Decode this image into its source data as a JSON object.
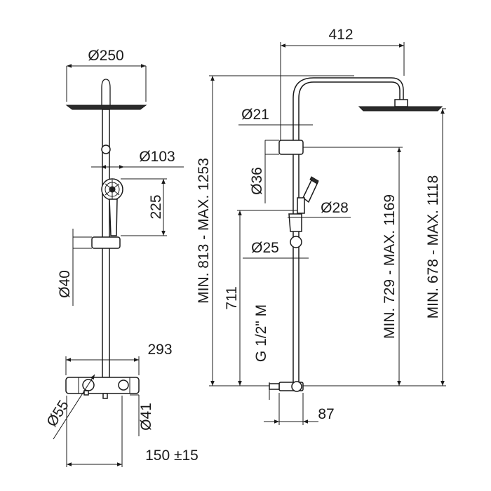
{
  "dimensions": {
    "head_diameter": "Ø250",
    "hand_shower_diameter": "Ø103",
    "hand_shower_height": "225",
    "bar_diameter": "Ø40",
    "mixer_width": "293",
    "mixer_end_diameter": "Ø55",
    "knob_diameter": "Ø41",
    "inlet_spacing": "150 ±15",
    "arm_reach": "412",
    "pipe_diameter": "Ø21",
    "slider_diameter": "Ø36",
    "hand_holder_diameter": "Ø28",
    "lower_pipe_diameter": "Ø25",
    "slider_height": "711",
    "connection_thread": "G 1/2\" M",
    "overall_height": "MIN. 813 - MAX. 1253",
    "holder_height": "MIN. 729 - MAX. 1169",
    "head_height": "MIN. 678 - MAX. 1118",
    "wall_offset": "87"
  }
}
